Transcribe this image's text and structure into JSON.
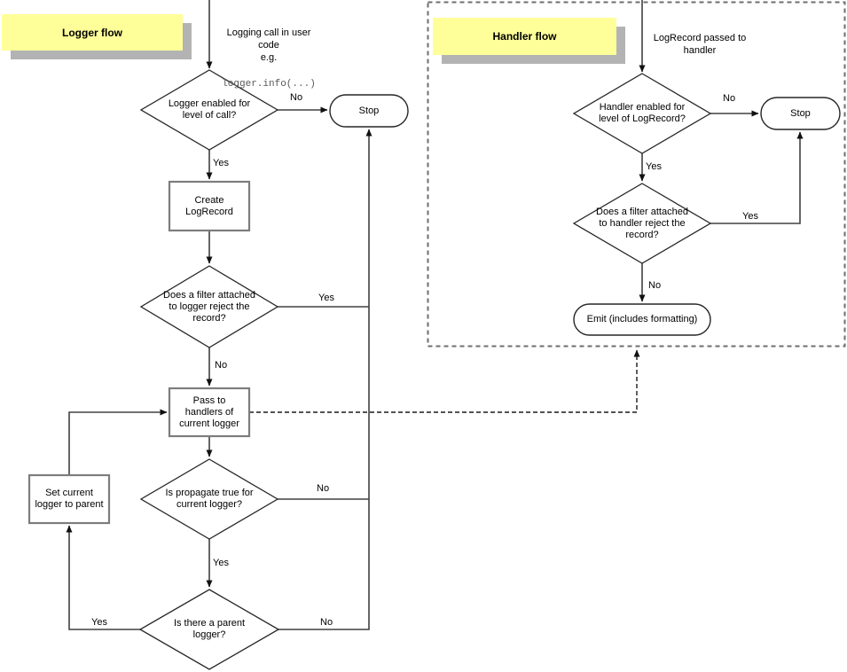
{
  "colors": {
    "note_bg": "#ffff99",
    "note_shadow": "#b3b3b3",
    "line": "#404040",
    "box_border": "#7d7d7d",
    "shape_stroke": "#262626",
    "code_text": "#595959"
  },
  "logger": {
    "title": "Logger flow",
    "start": {
      "lines": "Logging call in user\ncode\ne.g.",
      "code": "logger.info(...)"
    },
    "nodes": {
      "enabled": "Logger enabled for\nlevel of call?",
      "stop": "Stop",
      "create": "Create\nLogRecord",
      "filter": "Does a filter attached\nto logger reject the\nrecord?",
      "pass": "Pass to\nhandlers of\ncurrent logger",
      "propagate": "Is propagate true for\ncurrent logger?",
      "parent": "Is there a parent\nlogger?",
      "set_parent": "Set current\nlogger to parent"
    },
    "edges": {
      "enabled_no": "No",
      "enabled_yes": "Yes",
      "filter_yes": "Yes",
      "filter_no": "No",
      "propagate_no": "No",
      "propagate_yes": "Yes",
      "parent_yes": "Yes",
      "parent_no": "No"
    }
  },
  "handler": {
    "title": "Handler flow",
    "start": "LogRecord passed to\nhandler",
    "nodes": {
      "enabled": "Handler enabled for\nlevel of LogRecord?",
      "stop": "Stop",
      "filter": "Does a filter attached\nto handler reject the\nrecord?",
      "emit": "Emit (includes formatting)"
    },
    "edges": {
      "enabled_no": "No",
      "enabled_yes": "Yes",
      "filter_yes": "Yes",
      "filter_no": "No"
    }
  }
}
